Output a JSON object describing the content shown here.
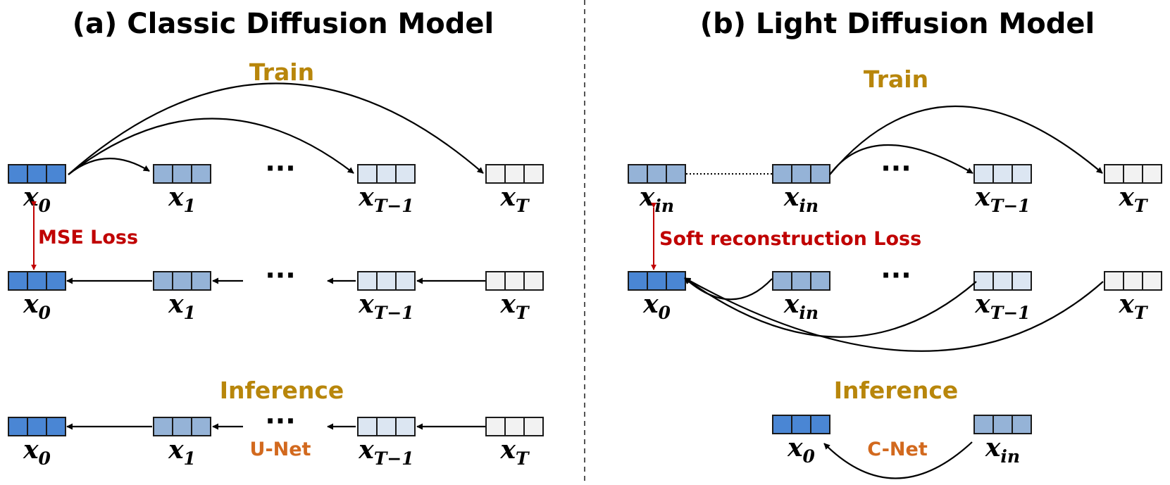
{
  "colors": {
    "dark": "#4a86d4",
    "mid": "#95b3d7",
    "light": "#dce6f2",
    "empty": "#f2f2f2",
    "phase": "#b8860b",
    "loss": "#c00000",
    "net": "#d2691e"
  },
  "labels": {
    "x": "x",
    "sub_0": "0",
    "sub_1": "1",
    "sub_in": "in",
    "sub_Tm1": "T−1",
    "sub_T": "T",
    "dots": "···"
  },
  "panel_a": {
    "title": "(a) Classic Diffusion Model",
    "train_label": "Train",
    "inference_label": "Inference",
    "loss_label": "MSE Loss",
    "net_label": "U-Net"
  },
  "panel_b": {
    "title": "(b) Light Diffusion Model",
    "train_label": "Train",
    "inference_label": "Inference",
    "loss_label": "Soft reconstruction Loss",
    "net_label": "C-Net"
  }
}
